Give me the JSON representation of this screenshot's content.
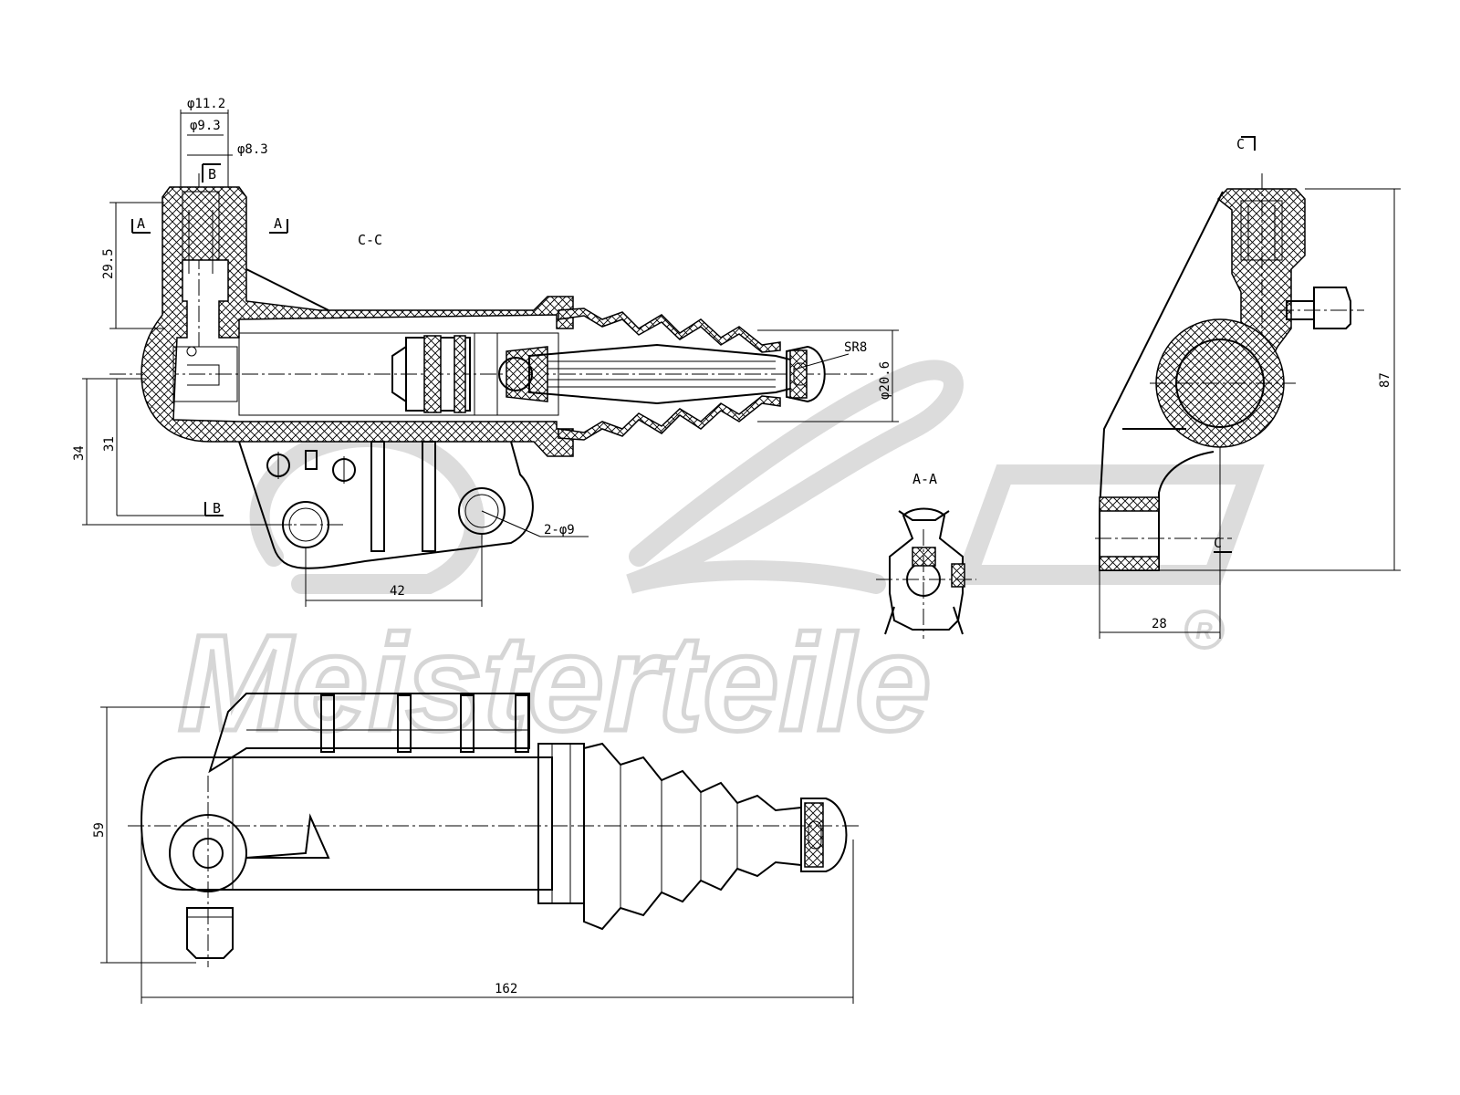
{
  "watermark": {
    "brand_text": "Meisterteile",
    "registered_mark": "R"
  },
  "section_labels": {
    "cc_title": "C-C",
    "aa_title": "A-A",
    "cut_a_left": "A",
    "cut_a_right": "A",
    "cut_b_top": "B",
    "cut_b_bottom": "B",
    "cut_c_top": "C",
    "cut_c_side": "C"
  },
  "dimensions": {
    "phi_11_2": "φ11.2",
    "phi_9_3": "φ9.3",
    "phi_8_3": "φ8.3",
    "d_29_5": "29.5",
    "d_34": "34",
    "d_31": "31",
    "d_42": "42",
    "holes": "2-φ9",
    "sr8": "SR8",
    "phi_20_6": "φ20.6",
    "d_87": "87",
    "d_28": "28",
    "d_59": "59",
    "d_162": "162"
  }
}
